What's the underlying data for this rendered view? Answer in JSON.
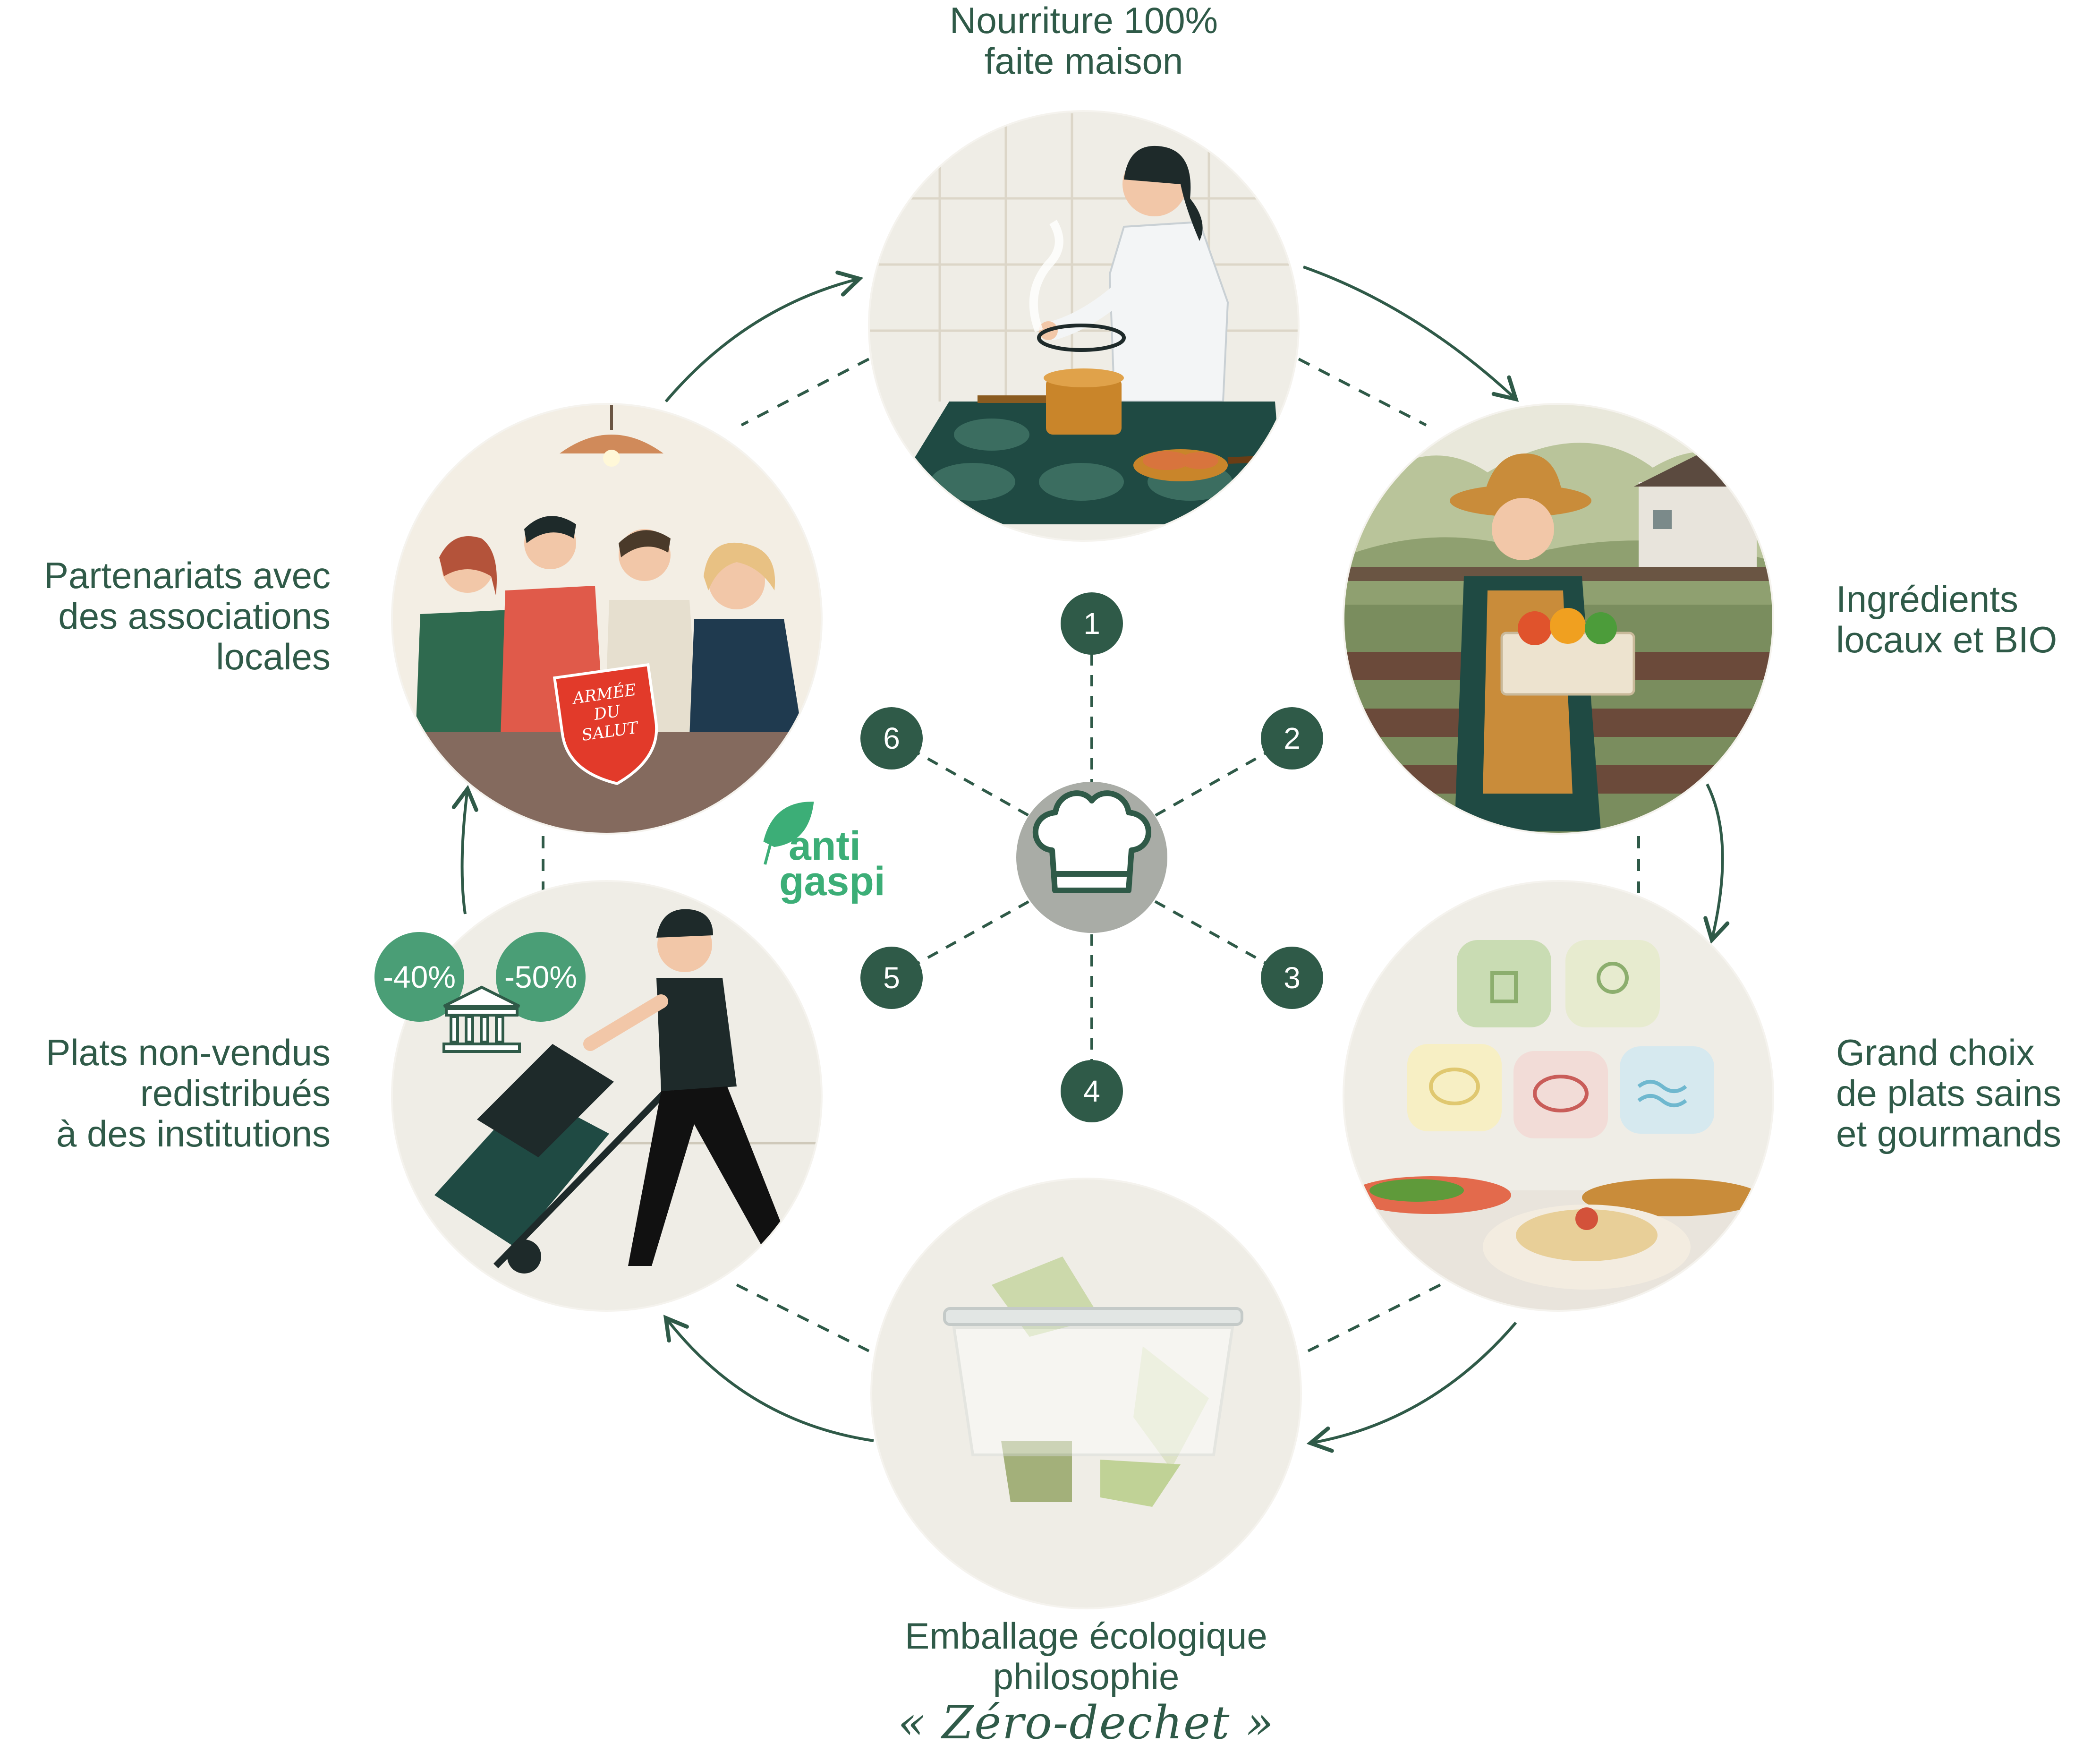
{
  "colors": {
    "primary": "#2f5a48",
    "node_fill": "#2f5a48",
    "center_fill": "#a9aca6",
    "circle_bg": "#efede6",
    "logo_green": "#3cae77",
    "badge_green": "#4a9e76"
  },
  "steps": [
    {
      "number": "1",
      "label_lines": [
        "Nourriture 100%",
        "faite maison"
      ]
    },
    {
      "number": "2",
      "label_lines": [
        "Ingrédients",
        "locaux et BIO"
      ]
    },
    {
      "number": "3",
      "label_lines": [
        "Grand choix",
        "de plats sains",
        "et gourmands"
      ]
    },
    {
      "number": "4",
      "label_lines": [
        "Emballage écologique",
        "philosophie"
      ],
      "tagline": "« Zéro-dechet »"
    },
    {
      "number": "5",
      "label_lines": [
        "Plats non-vendus",
        "redistribués",
        "à des institutions"
      ]
    },
    {
      "number": "6",
      "label_lines": [
        "Partenariats avec",
        "des associations",
        "locales"
      ]
    }
  ],
  "center_icon": "chef-hat-icon",
  "logo": {
    "line1": "anti",
    "line2": "gaspi",
    "icon": "leaf-icon"
  },
  "discounts": [
    "-40%",
    "-50%"
  ],
  "badge_icon": "bank-building-icon",
  "illustration_badge_text": {
    "line1": "ARMÉE",
    "line2": "DU",
    "line3": "SALUT"
  },
  "illustrations": [
    {
      "id": "chef-cooking-illustration",
      "icons": [
        "chef-icon",
        "pot-icon",
        "frying-pan-icon",
        "stove-icon"
      ]
    },
    {
      "id": "farmer-vegetables-illustration",
      "icons": [
        "farmer-icon",
        "vegetable-crate-icon",
        "farmhouse-icon"
      ]
    },
    {
      "id": "healthy-dishes-illustration",
      "icons": [
        "milk-icon",
        "broccoli-icon",
        "chicken-leg-icon",
        "steak-icon",
        "fish-icon",
        "pasta-plate-icon"
      ]
    },
    {
      "id": "eco-packaging-illustration",
      "icons": [
        "recycle-icon",
        "container-icon"
      ]
    },
    {
      "id": "delivery-illustration",
      "icons": [
        "delivery-person-icon",
        "hand-truck-icon"
      ]
    },
    {
      "id": "associations-illustration",
      "icons": [
        "people-group-icon",
        "ceiling-lamp-icon",
        "salvation-army-shield-icon"
      ]
    }
  ]
}
